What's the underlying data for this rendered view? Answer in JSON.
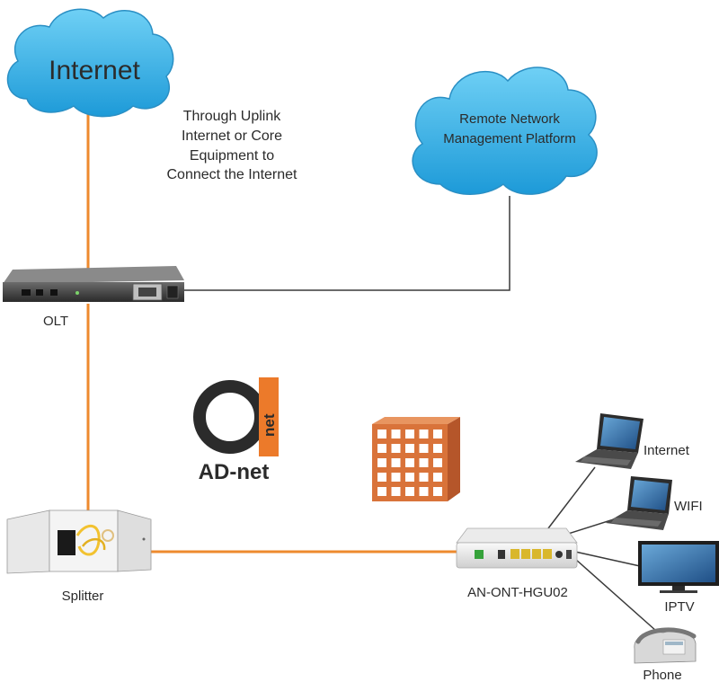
{
  "colors": {
    "fiber": "#ee8a2e",
    "copper": "#3a3a3a",
    "cloud_fill": "#3cb4e6",
    "cloud_stroke": "#2a8fc4",
    "brick": "#d9733a",
    "logo_orange": "#ec7a2a",
    "logo_dark": "#2b2b2b"
  },
  "clouds": {
    "internet": {
      "label": "Internet"
    },
    "remote": {
      "label_line1": "Remote Network",
      "label_line2": "Management Platform"
    }
  },
  "note": {
    "line1": "Through Uplink",
    "line2": "Internet or Core",
    "line3": "Equipment to",
    "line4": "Connect the Internet"
  },
  "devices": {
    "olt": {
      "label": "OLT",
      "icon": "olt-rack-icon"
    },
    "splitter": {
      "label": "Splitter",
      "icon": "splitter-cabinet-icon"
    },
    "ont": {
      "label": "AN-ONT-HGU02",
      "icon": "ont-router-icon"
    },
    "building": {
      "icon": "building-icon"
    }
  },
  "clients": [
    {
      "label": "Internet",
      "icon": "laptop-icon"
    },
    {
      "label": "WIFI",
      "icon": "laptop-icon"
    },
    {
      "label": "IPTV",
      "icon": "tv-icon"
    },
    {
      "label": "Phone",
      "icon": "phone-icon"
    }
  ],
  "logo": {
    "mark_text": "net",
    "brand": "AD-net"
  }
}
